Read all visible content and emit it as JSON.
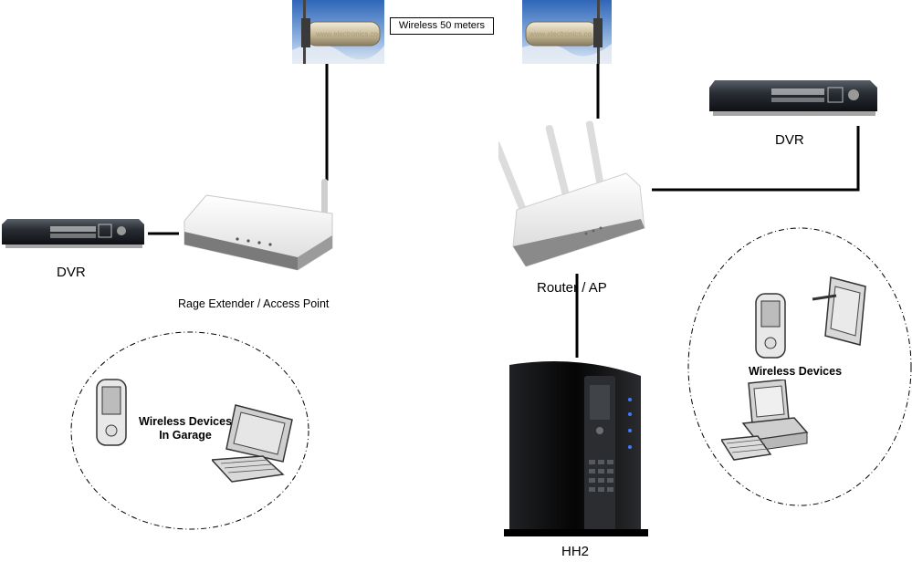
{
  "link": {
    "label": "Wireless 50 meters"
  },
  "nodes": {
    "dvr_left": "DVR",
    "extender": "Rage Extender / Access Point",
    "router": "Router / AP",
    "dvr_right": "DVR",
    "hh2": "HH2"
  },
  "groups": {
    "garage_line1": "Wireless Devices",
    "garage_line2": "In Garage",
    "right": "Wireless Devices"
  },
  "antenna_brand": "www.electronics.co"
}
